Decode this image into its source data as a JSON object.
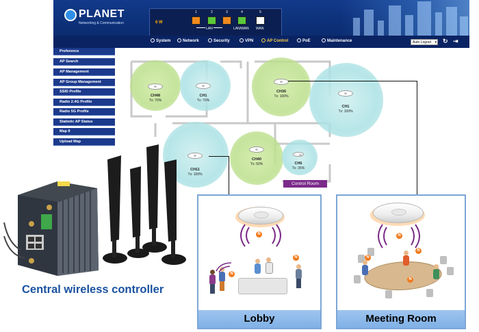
{
  "header": {
    "logo_word": "PLANET",
    "logo_tagline": "Networking & Communication",
    "power_label": "6 W",
    "ports": [
      {
        "num": "1",
        "state": "orange"
      },
      {
        "num": "2",
        "state": "green"
      },
      {
        "num": "3",
        "state": "orange"
      },
      {
        "num": "4",
        "state": "green"
      },
      {
        "num": "5",
        "state": "white"
      }
    ],
    "port_groups": {
      "lan": "LAN",
      "lanwan": "LAN/WAN",
      "wan": "WAN"
    }
  },
  "nav": {
    "items": [
      "System",
      "Network",
      "Security",
      "VPN",
      "AP Control",
      "PoE",
      "Maintenance"
    ],
    "active_index": 4,
    "logout_select": "Auto Logout",
    "refresh_icon": "refresh-icon",
    "logout_icon": "logout-icon"
  },
  "sidebar": {
    "items": [
      "Preference",
      "AP Search",
      "AP Management",
      "AP Group Management",
      "SSID Profile",
      "Radio 2.4G Profile",
      "Radio 5G Profile",
      "Statistic AP Status",
      "Map II",
      "Upload Map"
    ]
  },
  "map": {
    "aps": [
      {
        "name": "CH48",
        "tx": "Tx: 70%",
        "color": "green"
      },
      {
        "name": "CH1",
        "tx": "Tx: 70%",
        "color": "cyan"
      },
      {
        "name": "CH36",
        "tx": "Tx: 100%",
        "color": "green"
      },
      {
        "name": "CH1",
        "tx": "Tx: 100%",
        "color": "cyan"
      },
      {
        "name": "CH11",
        "tx": "Tx: 100%",
        "color": "cyan"
      },
      {
        "name": "CH40",
        "tx": "Tx: 50%",
        "color": "green"
      },
      {
        "name": "CH6",
        "tx": "Tx: 35%",
        "color": "cyan"
      }
    ],
    "control_room": "Control Room"
  },
  "panels": {
    "lobby": "Lobby",
    "meeting": "Meeting Room",
    "badge": "N"
  },
  "caption": "Central wireless controller",
  "colors": {
    "header_bg": "#0c2f76",
    "sidebar_bg": "#1c3a8c",
    "active_nav": "#ffd24a",
    "control_room": "#7b2a8a",
    "caption": "#1a52a0",
    "panel_title_bg": "#8fbbea"
  }
}
